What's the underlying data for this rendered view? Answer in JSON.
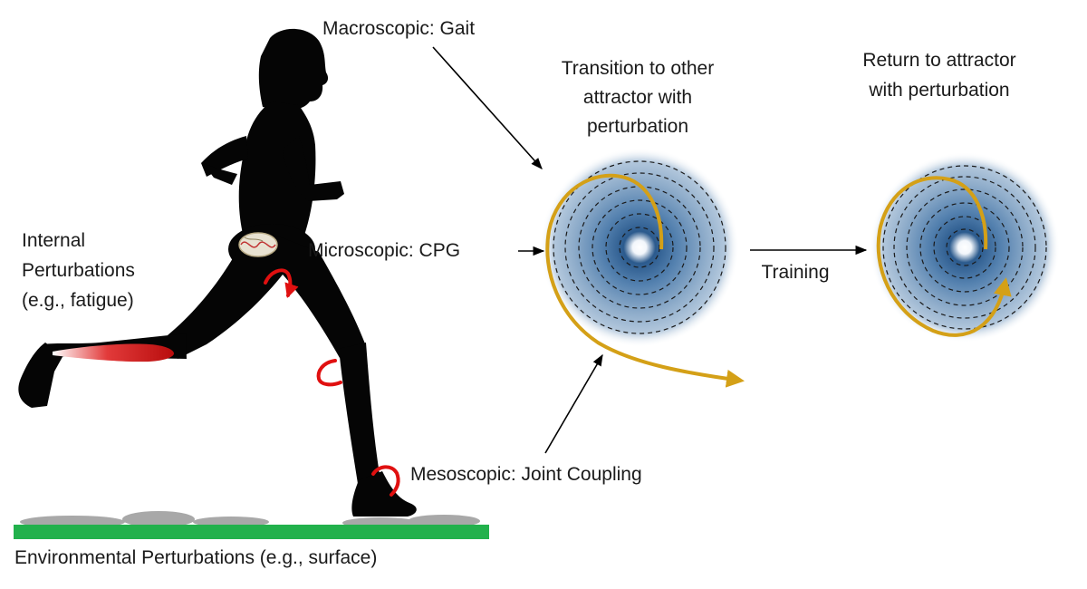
{
  "labels": {
    "macroscopic": "Macroscopic: Gait",
    "microscopic": "Microscopic: CPG",
    "mesoscopic": "Mesoscopic: Joint Coupling",
    "internal": [
      "Internal",
      "Perturbations",
      "(e.g., fatigue)"
    ],
    "environmental": "Environmental Perturbations (e.g., surface)",
    "transition": [
      "Transition to other",
      "attractor with",
      "perturbation"
    ],
    "return": [
      "Return to attractor",
      "with perturbation"
    ],
    "training": "Training"
  },
  "icons": {
    "runner": "running-person-silhouette-icon",
    "cpg": "neural-oscillator-icon",
    "muscle": "fatigued-muscle-icon",
    "joint": "joint-rotation-arrow-icon"
  },
  "colors": {
    "runner": "#050505",
    "trajectory": "#d4a017",
    "joint_arrow": "#e01010",
    "muscle": "#c81010",
    "ground": "#22b14c",
    "surface": "#a8a8a8",
    "attractor": "#1f4f86"
  }
}
